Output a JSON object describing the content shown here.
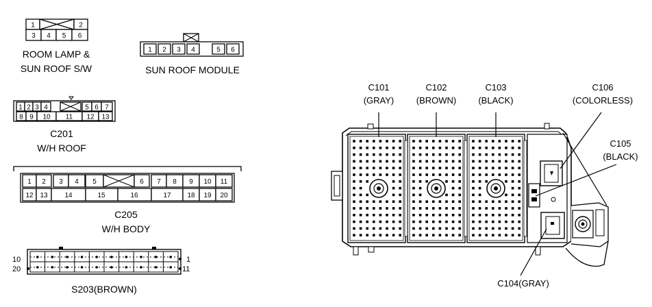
{
  "connectors": {
    "room_lamp": {
      "title_line1": "ROOM LAMP &",
      "title_line2": "SUN ROOF S/W",
      "row1": [
        "1",
        "2"
      ],
      "row2": [
        "3",
        "4",
        "5",
        "6"
      ]
    },
    "sun_roof_module": {
      "title": "SUN ROOF MODULE",
      "pins": [
        "1",
        "2",
        "3",
        "4",
        "5",
        "6"
      ]
    },
    "c201": {
      "name": "C201",
      "desc": "W/H ROOF",
      "row1": [
        "1",
        "2",
        "3",
        "4",
        "5",
        "6",
        "7"
      ],
      "row2": [
        "8",
        "9",
        "10",
        "11",
        "12",
        "13"
      ]
    },
    "c205": {
      "name": "C205",
      "desc": "W/H BODY",
      "row1": [
        "1",
        "2",
        "3",
        "4",
        "5",
        "6",
        "7",
        "8",
        "9",
        "10",
        "11"
      ],
      "row2": [
        "12",
        "13",
        "14",
        "15",
        "16",
        "17",
        "18",
        "19",
        "20"
      ]
    },
    "s203": {
      "name": "S203(BROWN)",
      "left_top": "10",
      "left_bottom": "20",
      "right_top": "1",
      "right_bottom": "11"
    }
  },
  "fuse_box": {
    "c101": {
      "name": "C101",
      "color": "(GRAY)"
    },
    "c102": {
      "name": "C102",
      "color": "(BROWN)"
    },
    "c103": {
      "name": "C103",
      "color": "(BLACK)"
    },
    "c106": {
      "name": "C106",
      "color": "(COLORLESS)"
    },
    "c105": {
      "name": "C105",
      "color": "(BLACK)"
    },
    "c104": {
      "name": "C104(GRAY)"
    }
  }
}
